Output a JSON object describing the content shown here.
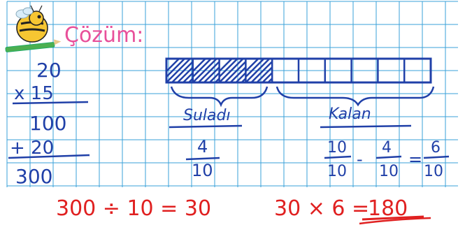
{
  "header": {
    "title": "Çözüm:",
    "title_color": "#e8509a",
    "mascot_icon": "bee-with-pencil-icon"
  },
  "colors": {
    "grid": "#3aa0d8",
    "ink": "#2040a8",
    "red_ink": "#e02020",
    "hatch_fill": "#2040a8"
  },
  "multiplication": {
    "top": "20",
    "operator_line": "x 15",
    "partial": "100",
    "add_line": "+ 20",
    "result": "300"
  },
  "bar_model": {
    "total_cells": 10,
    "shaded_cells": 4,
    "watered_label": "Suladı",
    "remaining_label": "Kalan"
  },
  "fractions": {
    "watered": {
      "num": "4",
      "den": "10"
    },
    "equation": {
      "a_num": "10",
      "a_den": "10",
      "minus": "-",
      "b_num": "4",
      "b_den": "10",
      "equals": "=",
      "c_num": "6",
      "c_den": "10"
    }
  },
  "answer": {
    "division": "300 ÷ 10 = 30",
    "multiplication": "30 × 6 = ",
    "final": "180"
  }
}
